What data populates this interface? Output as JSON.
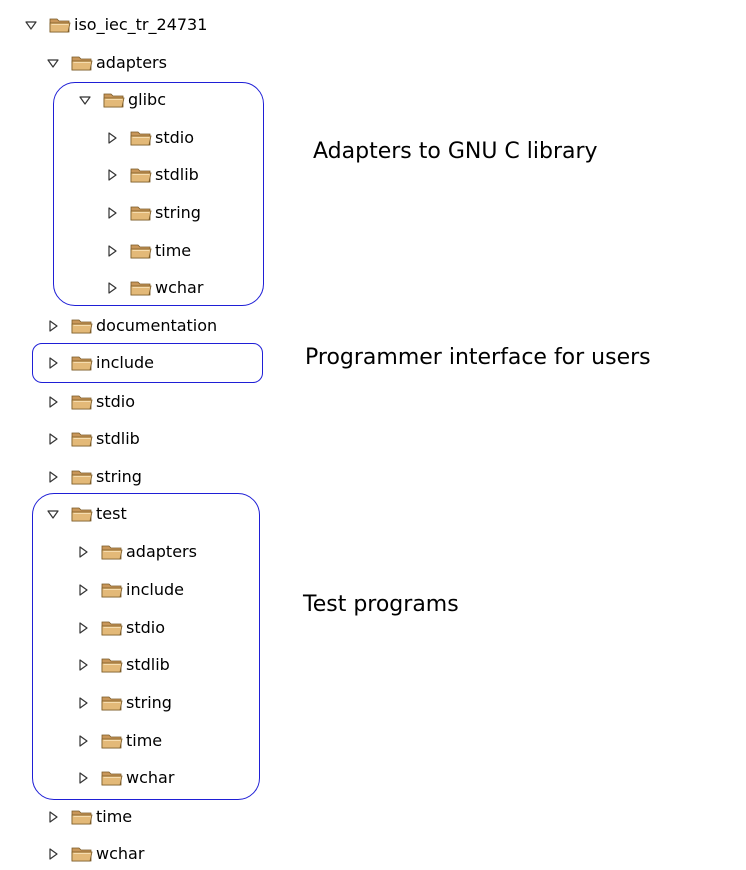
{
  "colors": {
    "highlight_border": "#1f1fd6",
    "folder_fill": "#e3b978",
    "folder_edge": "#7a5a26",
    "arrow": "#333333"
  },
  "tree": {
    "root": {
      "label": "iso_iec_tr_24731",
      "expanded": true,
      "icon": "folder-icon"
    },
    "adapters": {
      "label": "adapters",
      "expanded": true,
      "icon": "folder-icon"
    },
    "glibc": {
      "label": "glibc",
      "expanded": true,
      "icon": "folder-icon"
    },
    "glibc_stdio": {
      "label": "stdio",
      "expanded": false,
      "icon": "folder-icon"
    },
    "glibc_stdlib": {
      "label": "stdlib",
      "expanded": false,
      "icon": "folder-icon"
    },
    "glibc_string": {
      "label": "string",
      "expanded": false,
      "icon": "folder-icon"
    },
    "glibc_time": {
      "label": "time",
      "expanded": false,
      "icon": "folder-icon"
    },
    "glibc_wchar": {
      "label": "wchar",
      "expanded": false,
      "icon": "folder-icon"
    },
    "documentation": {
      "label": "documentation",
      "expanded": false,
      "icon": "folder-icon"
    },
    "include": {
      "label": "include",
      "expanded": false,
      "icon": "folder-icon"
    },
    "stdio": {
      "label": "stdio",
      "expanded": false,
      "icon": "folder-icon"
    },
    "stdlib": {
      "label": "stdlib",
      "expanded": false,
      "icon": "folder-icon"
    },
    "string": {
      "label": "string",
      "expanded": false,
      "icon": "folder-icon"
    },
    "test": {
      "label": "test",
      "expanded": true,
      "icon": "folder-icon"
    },
    "test_adapters": {
      "label": "adapters",
      "expanded": false,
      "icon": "folder-icon"
    },
    "test_include": {
      "label": "include",
      "expanded": false,
      "icon": "folder-icon"
    },
    "test_stdio": {
      "label": "stdio",
      "expanded": false,
      "icon": "folder-icon"
    },
    "test_stdlib": {
      "label": "stdlib",
      "expanded": false,
      "icon": "folder-icon"
    },
    "test_string": {
      "label": "string",
      "expanded": false,
      "icon": "folder-icon"
    },
    "test_time": {
      "label": "time",
      "expanded": false,
      "icon": "folder-icon"
    },
    "test_wchar": {
      "label": "wchar",
      "expanded": false,
      "icon": "folder-icon"
    },
    "time": {
      "label": "time",
      "expanded": false,
      "icon": "folder-icon"
    },
    "wchar": {
      "label": "wchar",
      "expanded": false,
      "icon": "folder-icon"
    }
  },
  "annotations": {
    "adapters_note": "Adapters to GNU C library",
    "include_note": "Programmer interface for users",
    "test_note": "Test programs"
  }
}
